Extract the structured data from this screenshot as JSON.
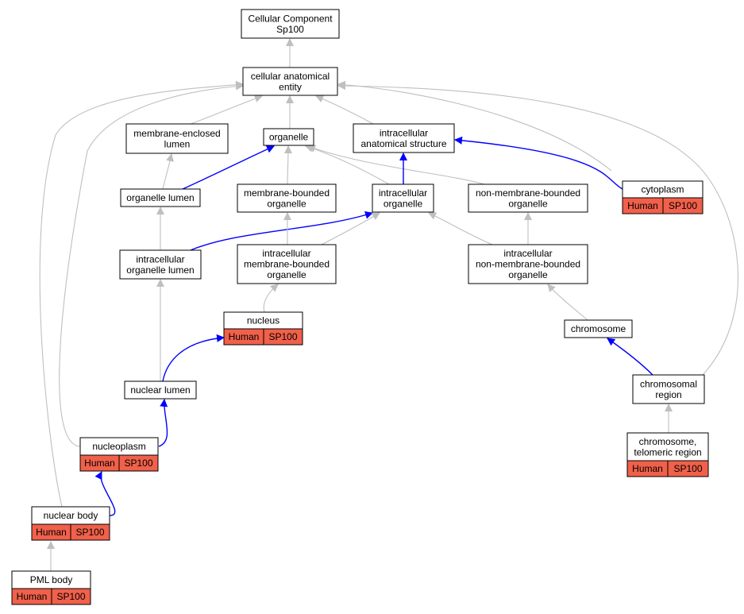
{
  "colors": {
    "grey_edge": "#bfbfbf",
    "blue_edge": "#0000ff",
    "annotation_fill": "#f0604a",
    "node_border": "#000000"
  },
  "nodes": {
    "cellular_component": {
      "lines": [
        "Cellular Component",
        "Sp100"
      ]
    },
    "cellular_anatomical_entity": {
      "lines": [
        "cellular anatomical",
        "entity"
      ]
    },
    "membrane_enclosed_lumen": {
      "lines": [
        "membrane-enclosed",
        "lumen"
      ]
    },
    "organelle": {
      "lines": [
        "organelle"
      ]
    },
    "intracellular_anatomical_structure": {
      "lines": [
        "intracellular",
        "anatomical structure"
      ]
    },
    "organelle_lumen": {
      "lines": [
        "organelle lumen"
      ]
    },
    "membrane_bounded_organelle": {
      "lines": [
        "membrane-bounded",
        "organelle"
      ]
    },
    "intracellular_organelle": {
      "lines": [
        "intracellular",
        "organelle"
      ]
    },
    "non_membrane_bounded_organelle": {
      "lines": [
        "non-membrane-bounded",
        "organelle"
      ]
    },
    "cytoplasm": {
      "lines": [
        "cytoplasm"
      ],
      "annotations": [
        "Human",
        "SP100"
      ]
    },
    "intracellular_organelle_lumen": {
      "lines": [
        "intracellular",
        "organelle lumen"
      ]
    },
    "intracellular_membrane_bounded_organelle": {
      "lines": [
        "intracellular",
        "membrane-bounded",
        "organelle"
      ]
    },
    "intracellular_non_membrane_bounded_organelle": {
      "lines": [
        "intracellular",
        "non-membrane-bounded",
        "organelle"
      ]
    },
    "nucleus": {
      "lines": [
        "nucleus"
      ],
      "annotations": [
        "Human",
        "SP100"
      ]
    },
    "chromosome": {
      "lines": [
        "chromosome"
      ]
    },
    "nuclear_lumen": {
      "lines": [
        "nuclear lumen"
      ]
    },
    "chromosomal_region": {
      "lines": [
        "chromosomal",
        "region"
      ]
    },
    "nucleoplasm": {
      "lines": [
        "nucleoplasm"
      ],
      "annotations": [
        "Human",
        "SP100"
      ]
    },
    "chromosome_telomeric_region": {
      "lines": [
        "chromosome,",
        "telomeric region"
      ],
      "annotations": [
        "Human",
        "SP100"
      ]
    },
    "nuclear_body": {
      "lines": [
        "nuclear body"
      ],
      "annotations": [
        "Human",
        "SP100"
      ]
    },
    "pml_body": {
      "lines": [
        "PML body"
      ],
      "annotations": [
        "Human",
        "SP100"
      ]
    }
  },
  "edges": [
    {
      "from": "cellular_anatomical_entity",
      "to": "cellular_component",
      "type": "grey"
    },
    {
      "from": "membrane_enclosed_lumen",
      "to": "cellular_anatomical_entity",
      "type": "grey"
    },
    {
      "from": "organelle",
      "to": "cellular_anatomical_entity",
      "type": "grey"
    },
    {
      "from": "intracellular_anatomical_structure",
      "to": "cellular_anatomical_entity",
      "type": "grey"
    },
    {
      "from": "cytoplasm",
      "to": "cellular_anatomical_entity",
      "type": "grey"
    },
    {
      "from": "chromosomal_region",
      "to": "cellular_anatomical_entity",
      "type": "grey"
    },
    {
      "from": "nucleoplasm",
      "to": "cellular_anatomical_entity",
      "type": "grey"
    },
    {
      "from": "nuclear_body",
      "to": "cellular_anatomical_entity",
      "type": "grey"
    },
    {
      "from": "organelle_lumen",
      "to": "membrane_enclosed_lumen",
      "type": "grey"
    },
    {
      "from": "organelle_lumen",
      "to": "organelle",
      "type": "blue"
    },
    {
      "from": "membrane_bounded_organelle",
      "to": "organelle",
      "type": "grey"
    },
    {
      "from": "intracellular_organelle",
      "to": "organelle",
      "type": "grey"
    },
    {
      "from": "non_membrane_bounded_organelle",
      "to": "organelle",
      "type": "grey"
    },
    {
      "from": "intracellular_organelle",
      "to": "intracellular_anatomical_structure",
      "type": "blue"
    },
    {
      "from": "cytoplasm",
      "to": "intracellular_anatomical_structure",
      "type": "blue"
    },
    {
      "from": "intracellular_organelle_lumen",
      "to": "organelle_lumen",
      "type": "grey"
    },
    {
      "from": "intracellular_organelle_lumen",
      "to": "intracellular_organelle",
      "type": "blue"
    },
    {
      "from": "intracellular_membrane_bounded_organelle",
      "to": "membrane_bounded_organelle",
      "type": "grey"
    },
    {
      "from": "intracellular_membrane_bounded_organelle",
      "to": "intracellular_organelle",
      "type": "grey"
    },
    {
      "from": "intracellular_non_membrane_bounded_organelle",
      "to": "intracellular_organelle",
      "type": "grey"
    },
    {
      "from": "intracellular_non_membrane_bounded_organelle",
      "to": "non_membrane_bounded_organelle",
      "type": "grey"
    },
    {
      "from": "nucleus",
      "to": "intracellular_membrane_bounded_organelle",
      "type": "grey"
    },
    {
      "from": "nuclear_lumen",
      "to": "intracellular_organelle_lumen",
      "type": "grey"
    },
    {
      "from": "nuclear_lumen",
      "to": "nucleus",
      "type": "blue"
    },
    {
      "from": "chromosome",
      "to": "intracellular_non_membrane_bounded_organelle",
      "type": "grey"
    },
    {
      "from": "chromosomal_region",
      "to": "chromosome",
      "type": "blue"
    },
    {
      "from": "nucleoplasm",
      "to": "nuclear_lumen",
      "type": "blue"
    },
    {
      "from": "chromosome_telomeric_region",
      "to": "chromosomal_region",
      "type": "grey"
    },
    {
      "from": "nuclear_body",
      "to": "nucleoplasm",
      "type": "blue"
    },
    {
      "from": "pml_body",
      "to": "nuclear_body",
      "type": "grey"
    }
  ]
}
